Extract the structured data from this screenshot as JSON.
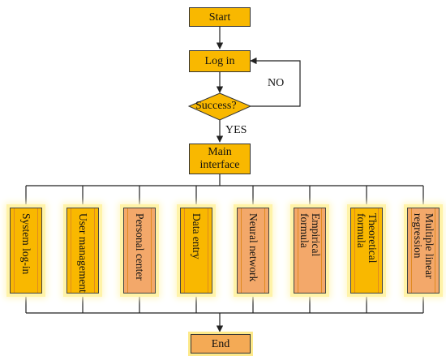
{
  "nodes": {
    "start": "Start",
    "login": "Log in",
    "decision": "Success?",
    "main_interface": "Main\ninterface",
    "end": "End"
  },
  "edge_labels": {
    "no": "NO",
    "yes": "YES"
  },
  "modules": [
    {
      "label": "System log-in",
      "style": "yellow"
    },
    {
      "label": "User management",
      "style": "yellow"
    },
    {
      "label": "Personal center",
      "style": "pink"
    },
    {
      "label": "Data entry",
      "style": "yellow"
    },
    {
      "label": "Neural network",
      "style": "pink"
    },
    {
      "label": "Empirical\nformula",
      "style": "pink"
    },
    {
      "label": "Theoretical\nformula",
      "style": "yellow"
    },
    {
      "label": "Multiple linear\nregression",
      "style": "pink"
    }
  ],
  "colors": {
    "box_fill": "#f9b800",
    "box_fill_pink": "#f3a86a",
    "glow": "#fff3a8",
    "line": "#333333"
  }
}
